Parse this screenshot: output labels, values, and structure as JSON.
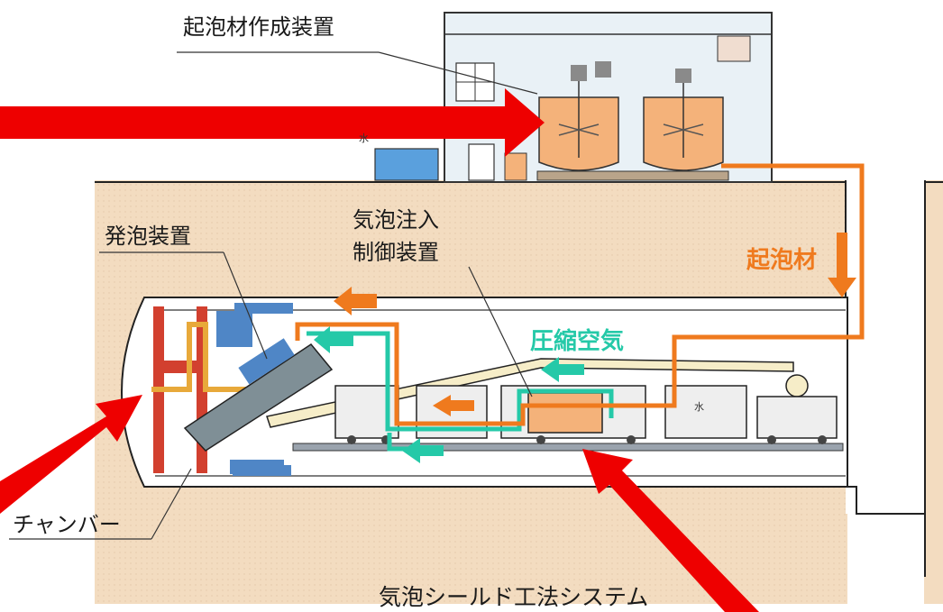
{
  "labels": {
    "foam_agent_maker": "起泡材作成装置",
    "foaming_device": "発泡装置",
    "air_injection_line1": "気泡注入",
    "air_injection_line2": "制御装置",
    "foam_agent": "起泡材",
    "compressed_air": "圧縮空気",
    "chamber": "チャンバー",
    "water1": "水",
    "water2": "水"
  },
  "caption": "気泡シールド工法システム",
  "colors": {
    "foam_line": "#ef7a1e",
    "air_line": "#25c9a8",
    "highlight_arrow": "#ee0000",
    "ground": "#f3dcc0",
    "tunnel_interior": "#ffffff",
    "machinery_blue": "#4f86c6",
    "cutter_red": "#d2402f",
    "tank_orange": "#f4b27a"
  }
}
